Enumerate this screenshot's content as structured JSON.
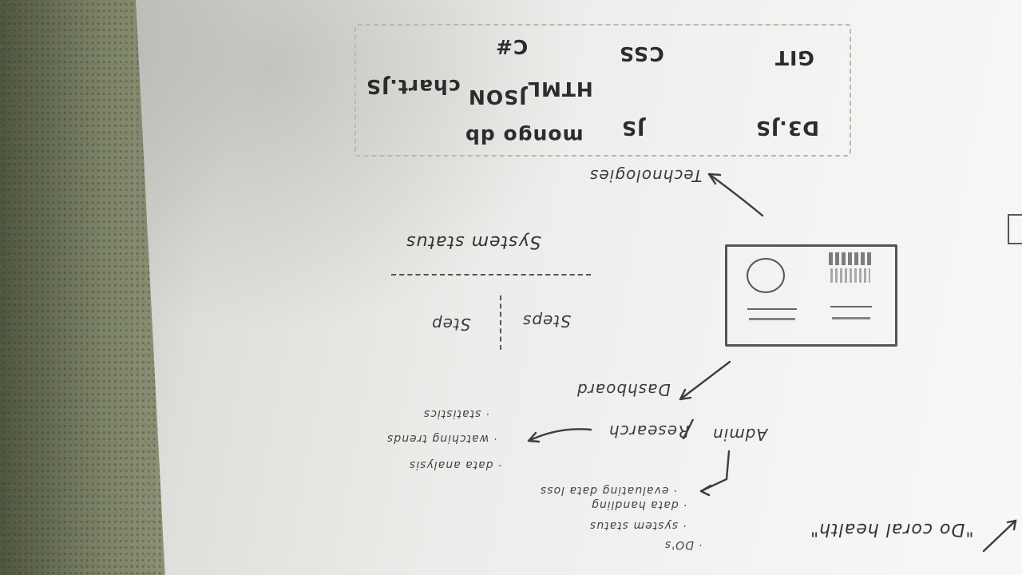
{
  "page": {
    "paper_color": "#f1f1ef",
    "ink_color": "#3a3a3a"
  },
  "technologies": {
    "heading": "Technologies",
    "items": [
      "mongo db",
      "JS",
      "D3.JS",
      "JSON",
      "HTML",
      "chart.JS",
      "GIT",
      "CSS",
      "C#"
    ]
  },
  "system_status": {
    "heading": "System status",
    "col_left": "Steps",
    "col_right": "Step"
  },
  "dashboard": {
    "label": "Dashboard"
  },
  "roles": {
    "admin": "Admin",
    "separator": "/",
    "research": "Research"
  },
  "research_notes": [
    "· data analysis",
    "· watching trends",
    "· statistics"
  ],
  "admin_notes": [
    "· DO's",
    "· system status",
    "· data handling",
    "· evaluating data loss"
  ],
  "header_note": "\"Do coral health\""
}
